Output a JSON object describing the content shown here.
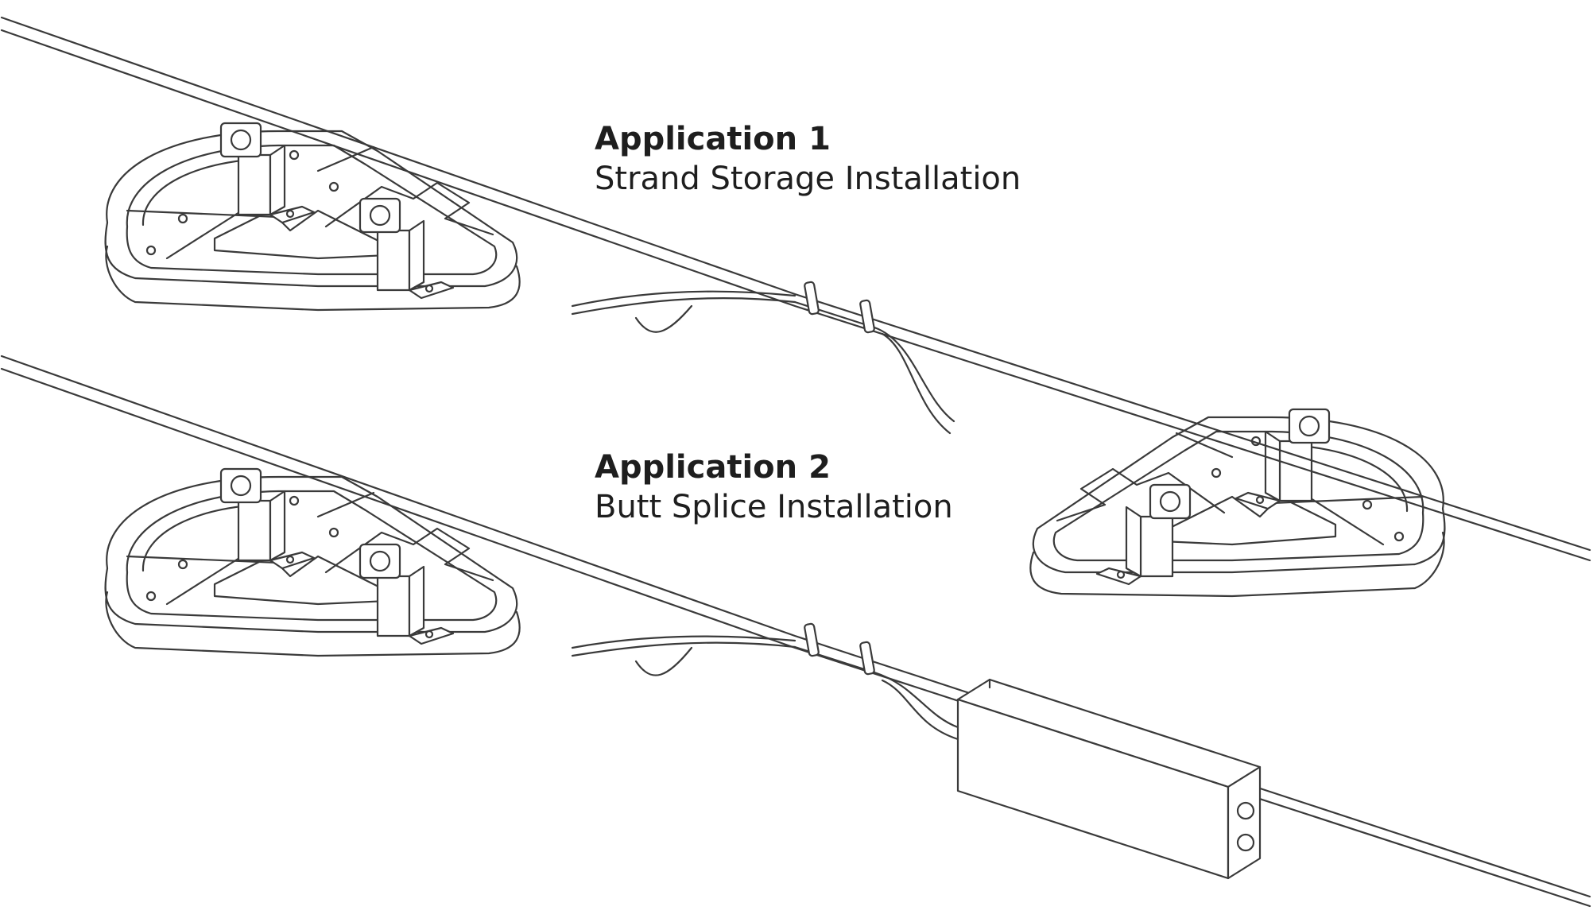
{
  "applications": [
    {
      "title": "Application 1",
      "subtitle": "Strand Storage Installation"
    },
    {
      "title": "Application 2",
      "subtitle": "Butt Splice Installation"
    }
  ]
}
